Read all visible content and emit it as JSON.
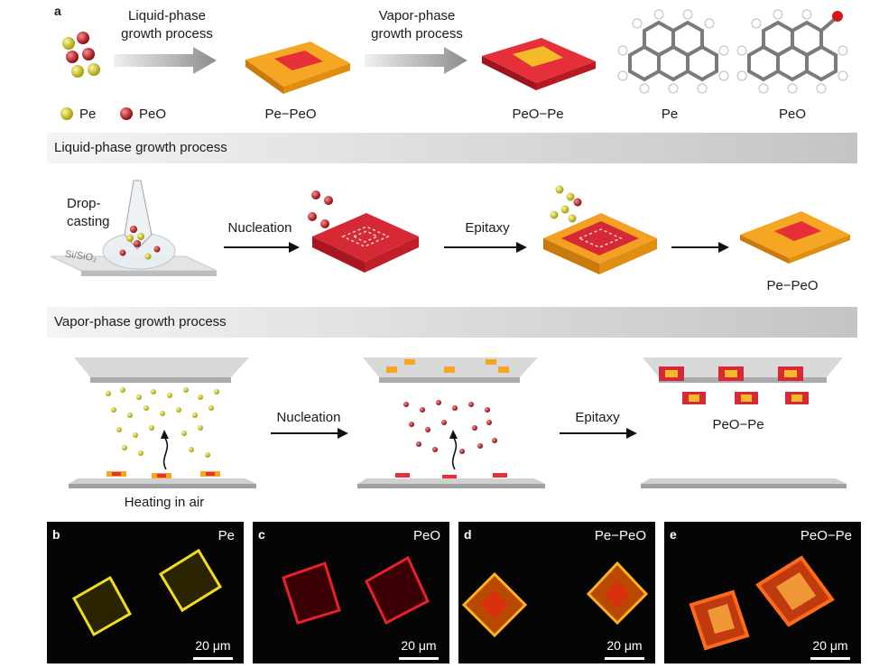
{
  "panel_a": {
    "letter": "a",
    "arrow1_label": [
      "Liquid-phase",
      "growth process"
    ],
    "arrow2_label": [
      "Vapor-phase",
      "growth process"
    ],
    "legend": [
      {
        "label": "Pe",
        "color": "#d8d21e"
      },
      {
        "label": "PeO",
        "color": "#c8202c"
      }
    ],
    "products": [
      "Pe−PeO",
      "PeO−Pe"
    ],
    "molecules": [
      "Pe",
      "PeO"
    ]
  },
  "liquid_section": {
    "banner": "Liquid-phase growth process",
    "drop_label": [
      "Drop-",
      "casting"
    ],
    "substrate_label": "Si/SiO₂",
    "step1": "Nucleation",
    "step2": "Epitaxy",
    "product": "Pe−PeO"
  },
  "vapor_section": {
    "banner": "Vapor-phase growth process",
    "heating_label": "Heating in air",
    "step1": "Nucleation",
    "step2": "Epitaxy",
    "product": "PeO−Pe"
  },
  "micrographs": [
    {
      "letter": "b",
      "tag": "Pe",
      "scale": "20 μm"
    },
    {
      "letter": "c",
      "tag": "PeO",
      "scale": "20 μm"
    },
    {
      "letter": "d",
      "tag": "Pe−PeO",
      "scale": "20 μm"
    },
    {
      "letter": "e",
      "tag": "PeO−Pe",
      "scale": "20 μm"
    }
  ],
  "colors": {
    "pe_yellow": "#d8d21e",
    "peo_red": "#c8202c",
    "plate_orange": "#f5a623",
    "plate_red": "#e5303a"
  }
}
